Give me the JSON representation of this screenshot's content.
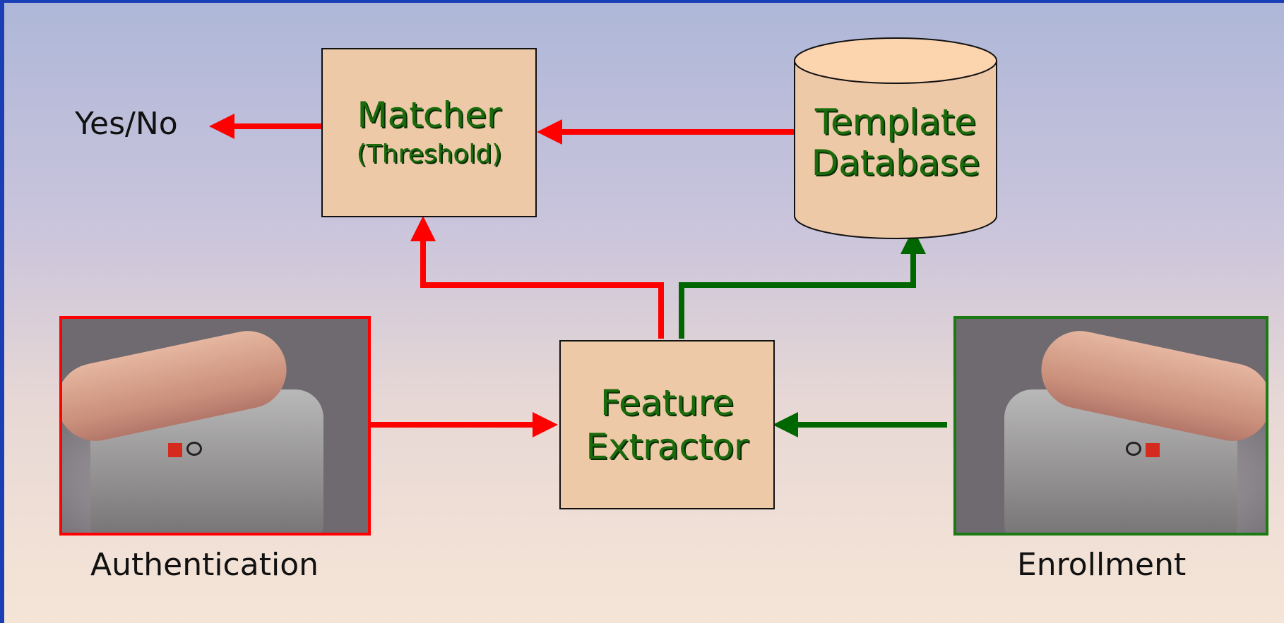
{
  "matcher": {
    "title": "Matcher",
    "subtitle": "(Threshold)"
  },
  "database": {
    "line1": "Template",
    "line2": "Database"
  },
  "extractor": {
    "line1": "Feature",
    "line2": "Extractor"
  },
  "output_label": "Yes/No",
  "authentication_label": "Authentication",
  "enrollment_label": "Enrollment",
  "colors": {
    "authentication_path": "#ff0000",
    "enrollment_path": "#006600",
    "box_fill": "#edc9a8",
    "box_text": "#1b6b0c"
  }
}
